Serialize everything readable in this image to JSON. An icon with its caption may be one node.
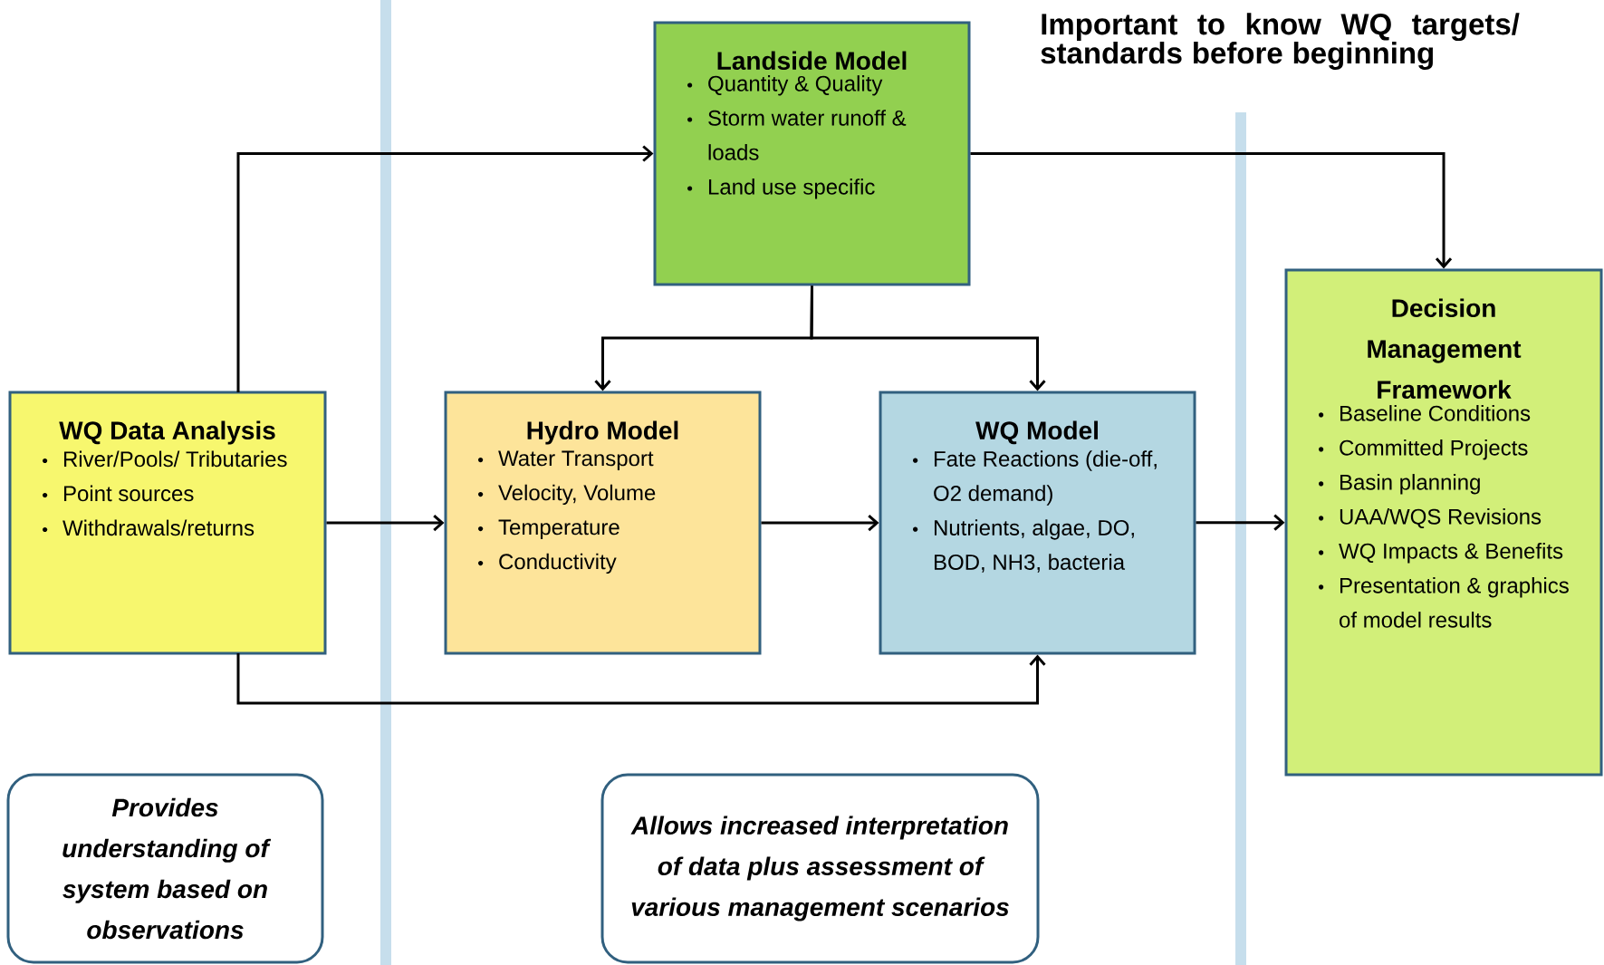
{
  "diagram": {
    "title": "Important to know WQ targets/ standards before beginning",
    "nodes": [
      {
        "text": [
          "Landside Model",
          "Quantity & Quality",
          "Storm water runoff & loads",
          "Land use specific"
        ]
      },
      {
        "text": [
          "WQ Data Analysis",
          "River/Pools/ Tributaries",
          "Point sources",
          "Withdrawals/returns"
        ]
      },
      {
        "text": [
          "Hydro Model",
          "Water Transport",
          "Velocity, Volume",
          "Temperature",
          "Conductivity"
        ]
      },
      {
        "text": [
          "WQ Model",
          "Fate Reactions (die-off, O2 demand)",
          "Nutrients, algae, DO, BOD, NH3, bacteria"
        ]
      },
      {
        "text": [
          "Decision Management Framework",
          "Baseline Conditions",
          "Committed Projects",
          "Basin planning",
          "UAA/WQS Revisions",
          "WQ Impacts & Benefits",
          "Presentation & graphics of model results"
        ]
      },
      {
        "text": [
          "Provides understanding of system based on observations"
        ]
      },
      {
        "text": [
          "Allows increased interpretation of data plus assessment of various management scenarios"
        ]
      }
    ],
    "edges": [
      {
        "from": 1,
        "to": 0,
        "arrow": "to"
      },
      {
        "from": 0,
        "to": 4,
        "arrow": "to"
      },
      {
        "from": 0,
        "to": 2,
        "arrow": "to"
      },
      {
        "from": 0,
        "to": 3,
        "arrow": "to"
      },
      {
        "from": 1,
        "to": 2,
        "arrow": "to"
      },
      {
        "from": 2,
        "to": 3,
        "arrow": "to"
      },
      {
        "from": 3,
        "to": 4,
        "arrow": "to"
      },
      {
        "from": 1,
        "to": 3,
        "arrow": "to"
      }
    ]
  }
}
